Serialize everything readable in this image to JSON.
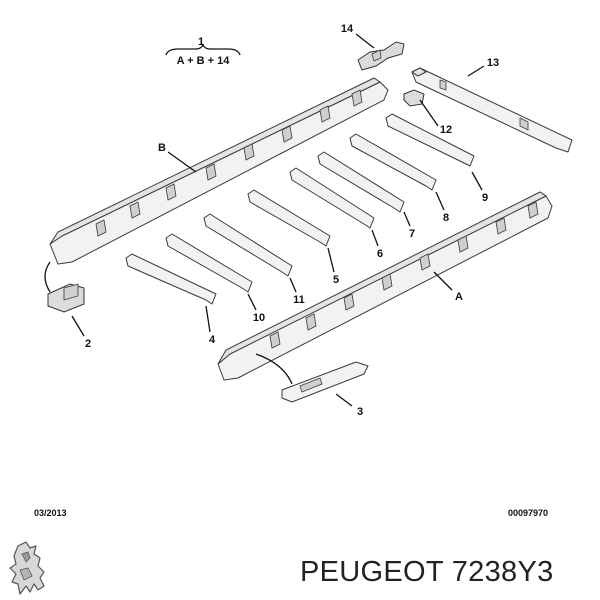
{
  "diagram": {
    "formula": {
      "number": "1",
      "text": "A + B + 14"
    },
    "callouts": [
      "14",
      "13",
      "12",
      "B",
      "9",
      "8",
      "7",
      "6",
      "5",
      "11",
      "10",
      "4",
      "2",
      "A",
      "3"
    ]
  },
  "footer": {
    "date_code": "03/2013",
    "ref_code": "00097970",
    "part_label": "PEUGEOT 7238Y3"
  },
  "logo": {
    "icon": "peugeot-lion-icon"
  }
}
